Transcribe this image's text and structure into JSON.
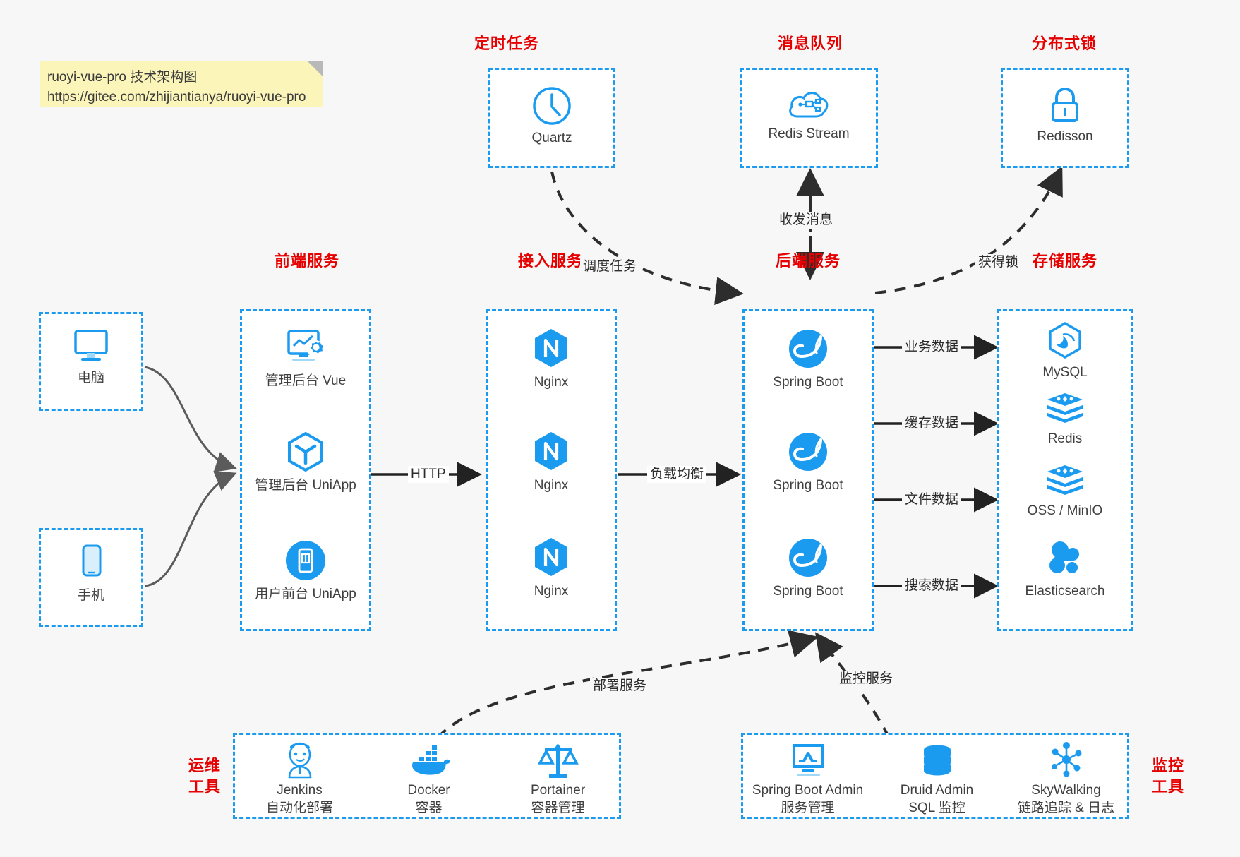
{
  "note": {
    "line1": "ruoyi-vue-pro 技术架构图",
    "line2": "https://gitee.com/zhijiantianya/ruoyi-vue-pro"
  },
  "accent_color": "#1b9bf0",
  "title_color": "#e60000",
  "groups": {
    "scheduler": {
      "title": "定时任务"
    },
    "mq": {
      "title": "消息队列"
    },
    "lock": {
      "title": "分布式锁"
    },
    "frontend": {
      "title": "前端服务"
    },
    "gateway": {
      "title": "接入服务"
    },
    "backend": {
      "title": "后端服务"
    },
    "storage": {
      "title": "存储服务"
    },
    "devops": {
      "title_line1": "运维",
      "title_line2": "工具"
    },
    "monitor": {
      "title_line1": "监控",
      "title_line2": "工具"
    }
  },
  "clients": [
    {
      "label": "电脑",
      "icon": "desktop-icon"
    },
    {
      "label": "手机",
      "icon": "phone-icon"
    }
  ],
  "scheduler_nodes": [
    {
      "label": "Quartz",
      "icon": "clock-icon"
    }
  ],
  "mq_nodes": [
    {
      "label": "Redis Stream",
      "icon": "cloud-stream-icon"
    }
  ],
  "lock_nodes": [
    {
      "label": "Redisson",
      "icon": "lock-icon"
    }
  ],
  "frontend_nodes": [
    {
      "label": "管理后台 Vue",
      "icon": "dashboard-icon"
    },
    {
      "label": "管理后台 UniApp",
      "icon": "cube-icon"
    },
    {
      "label": "用户前台 UniApp",
      "icon": "mobile-app-icon"
    }
  ],
  "gateway_nodes": [
    {
      "label": "Nginx",
      "icon": "nginx-icon"
    },
    {
      "label": "Nginx",
      "icon": "nginx-icon"
    },
    {
      "label": "Nginx",
      "icon": "nginx-icon"
    }
  ],
  "backend_nodes": [
    {
      "label": "Spring Boot",
      "icon": "spring-icon"
    },
    {
      "label": "Spring Boot",
      "icon": "spring-icon"
    },
    {
      "label": "Spring Boot",
      "icon": "spring-icon"
    }
  ],
  "storage_nodes": [
    {
      "label": "MySQL",
      "icon": "mysql-icon"
    },
    {
      "label": "Redis",
      "icon": "redis-icon"
    },
    {
      "label": "OSS / MinIO",
      "icon": "oss-icon"
    },
    {
      "label": "Elasticsearch",
      "icon": "elasticsearch-icon"
    }
  ],
  "devops_nodes": [
    {
      "label": "Jenkins",
      "sub": "自动化部署",
      "icon": "jenkins-icon"
    },
    {
      "label": "Docker",
      "sub": "容器",
      "icon": "docker-icon"
    },
    {
      "label": "Portainer",
      "sub": "容器管理",
      "icon": "scales-icon"
    }
  ],
  "monitor_nodes": [
    {
      "label": "Spring Boot Admin",
      "sub": "服务管理",
      "icon": "monitor-screen-icon"
    },
    {
      "label": "Druid Admin",
      "sub": "SQL 监控",
      "icon": "database-icon"
    },
    {
      "label": "SkyWalking",
      "sub": "链路追踪 & 日志",
      "icon": "skywalking-icon"
    }
  ],
  "edges": [
    {
      "id": "http",
      "label": "HTTP"
    },
    {
      "id": "lb",
      "label": "负载均衡"
    },
    {
      "id": "schedule",
      "label": "调度任务"
    },
    {
      "id": "mq-msg",
      "label": "收发消息"
    },
    {
      "id": "acquire-lock",
      "label": "获得锁"
    },
    {
      "id": "biz-data",
      "label": "业务数据"
    },
    {
      "id": "cache-data",
      "label": "缓存数据"
    },
    {
      "id": "file-data",
      "label": "文件数据"
    },
    {
      "id": "search-data",
      "label": "搜索数据"
    },
    {
      "id": "deploy",
      "label": "部署服务"
    },
    {
      "id": "monitor",
      "label": "监控服务"
    }
  ]
}
